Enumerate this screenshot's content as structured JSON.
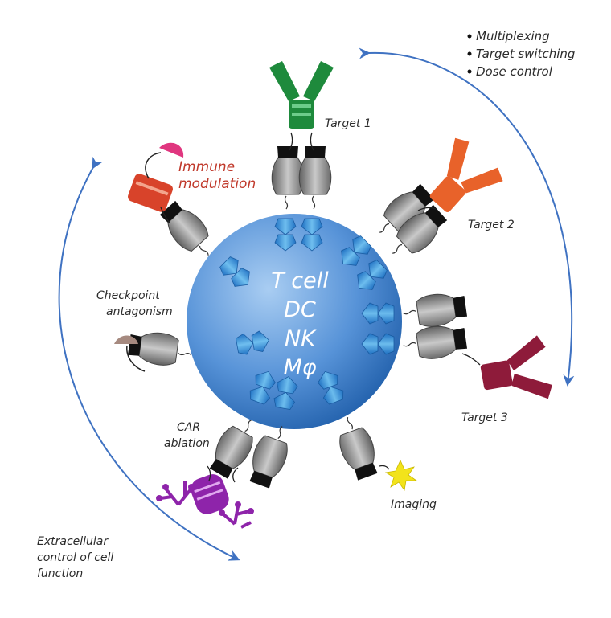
{
  "cell_types": [
    "T cell",
    "DC",
    "NK",
    "Mφ"
  ],
  "bullets": [
    "Multiplexing",
    "Target switching",
    "Dose control"
  ],
  "labels": {
    "target1": "Target 1",
    "target2": "Target 2",
    "target3": "Target 3",
    "immune_1": "Immune",
    "immune_2": "modulation",
    "checkpoint_1": "Checkpoint",
    "checkpoint_2": "antagonism",
    "car_1": "CAR",
    "car_2": "ablation",
    "imaging": "Imaging",
    "extra_1": "Extracellular",
    "extra_2": "control of cell",
    "extra_3": "function"
  },
  "colors": {
    "cell_light": "#7fb2e8",
    "cell_dark": "#1e63b0",
    "arrow": "#3f72c2",
    "receptor_grey": "#8a8a8a",
    "target1_green": "#1e8a3c",
    "target2_orange": "#e8622a",
    "target3_maroon": "#8e1b3a",
    "immune_red": "#c0392b",
    "immune_tag_pink": "#e0367f",
    "checkpoint_tag_brown": "#a68a80",
    "car_purple": "#8e24aa",
    "imaging_star": "#f2e31b"
  }
}
